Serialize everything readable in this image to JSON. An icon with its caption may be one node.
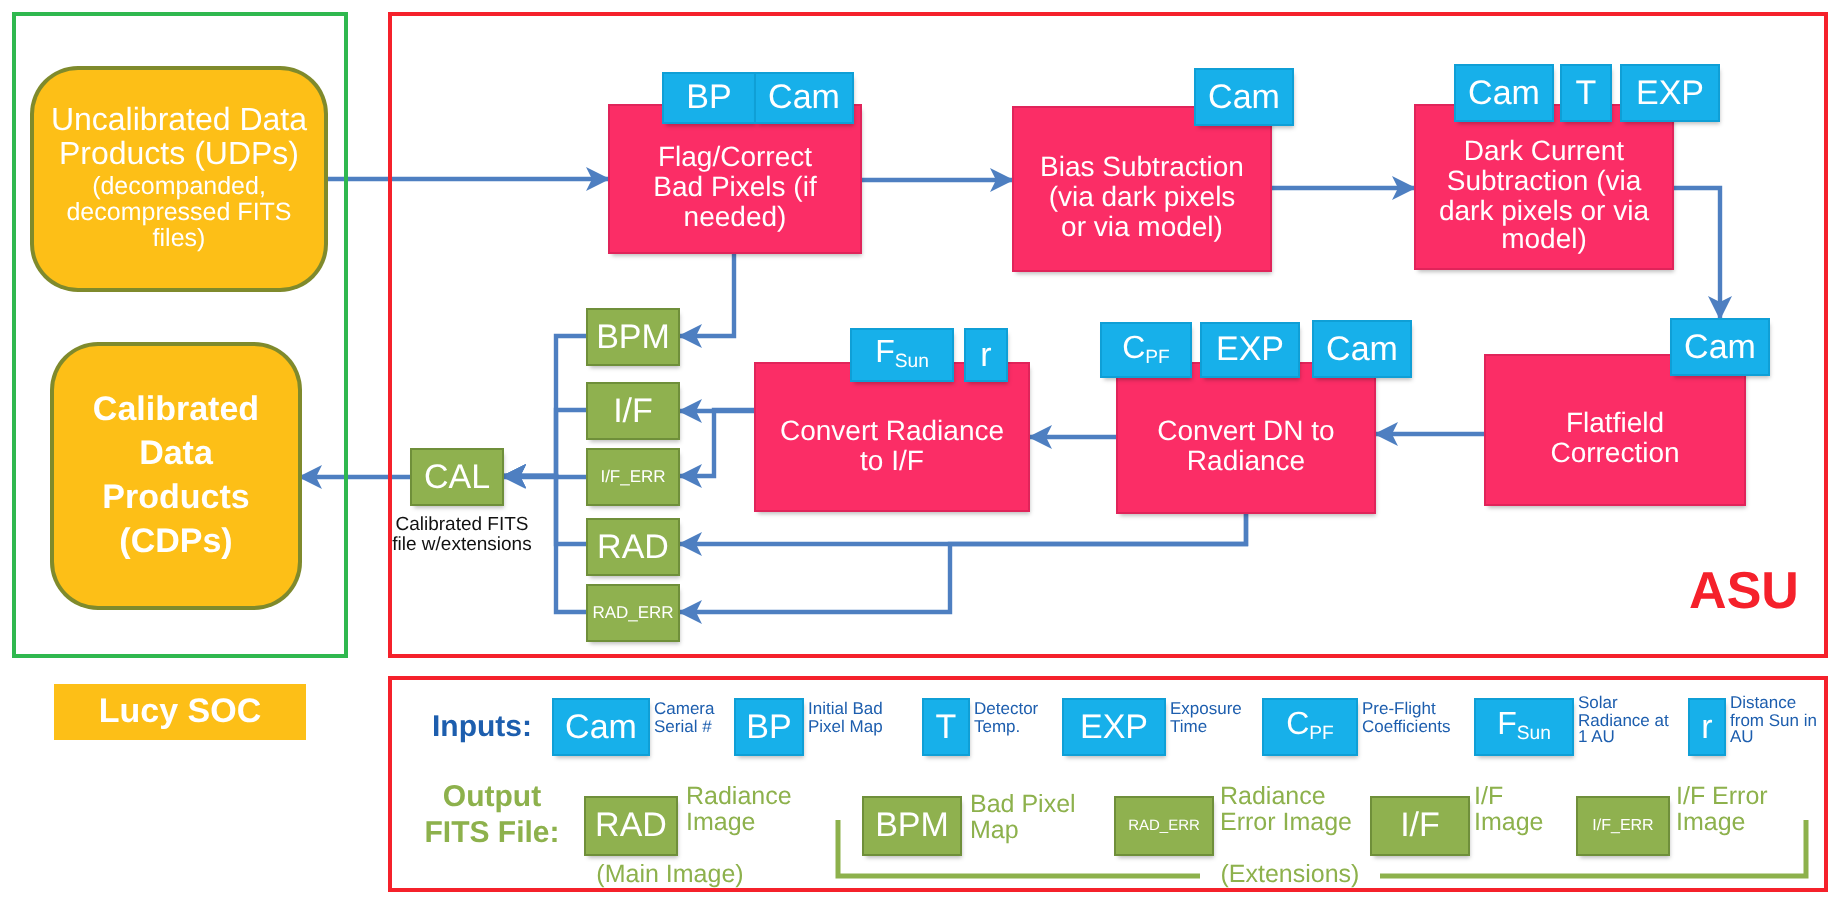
{
  "diagram": {
    "nodes": [
      {
        "text": [],
        "shape": "box"
      },
      {
        "text": [
          "Uncalibrated Data Products (UDPs)",
          "(decompanded, decompressed FITS files)"
        ],
        "in": 0
      },
      {
        "text": [
          "Calibrated Data Products (CDPs)"
        ],
        "in": 0
      },
      {
        "text": [],
        "shape": "box"
      },
      {
        "text": [
          "Flag/Correct Bad Pixels (if needed)"
        ],
        "in": 3
      },
      {
        "text": [
          "BP"
        ],
        "in": 3
      },
      {
        "text": [
          "Cam"
        ],
        "in": 3
      },
      {
        "text": [
          "Bias Subtraction (via dark pixels or via model)"
        ],
        "in": 3
      },
      {
        "text": [
          "Cam"
        ],
        "in": 3
      },
      {
        "text": [
          "Dark Current Subtraction (via dark pixels or via model)"
        ],
        "in": 3
      },
      {
        "text": [
          "Cam"
        ],
        "in": 3
      },
      {
        "text": [
          "T"
        ],
        "in": 3
      },
      {
        "text": [
          "EXP"
        ],
        "in": 3
      },
      {
        "text": [
          "Flatfield Correction"
        ],
        "in": 3
      },
      {
        "text": [
          "Cam"
        ],
        "in": 3
      },
      {
        "text": [
          "Convert DN to Radiance"
        ],
        "in": 3
      },
      {
        "text": [
          "C$_{PF}$"
        ],
        "in": 3
      },
      {
        "text": [
          "EXP"
        ],
        "in": 3
      },
      {
        "text": [
          "Cam"
        ],
        "in": 3
      },
      {
        "text": [
          "Convert Radiance to I/F"
        ],
        "in": 3
      },
      {
        "text": [
          "F$_{Sun}$"
        ],
        "in": 3
      },
      {
        "text": [
          "r"
        ],
        "in": 3
      },
      {
        "text": [
          "BPM"
        ],
        "in": 3
      },
      {
        "text": [
          "I/F"
        ],
        "in": 3
      },
      {
        "text": [
          "I/F_ERR"
        ],
        "in": 3
      },
      {
        "text": [
          "RAD"
        ],
        "in": 3
      },
      {
        "text": [
          "RAD_ERR"
        ],
        "in": 3
      },
      {
        "text": [
          "CAL"
        ],
        "in": 3,
        "beside": [
          "Calibrated FITS file w/extensions"
        ]
      },
      {
        "text": [],
        "shape": "box"
      },
      {
        "text": [
          "Cam"
        ],
        "in": 28,
        "beside": [
          "Camera Serial #"
        ]
      },
      {
        "text": [
          "BP"
        ],
        "in": 28,
        "beside": [
          "Initial Bad Pixel Map"
        ]
      },
      {
        "text": [
          "T"
        ],
        "in": 28,
        "beside": [
          "Detector Temp."
        ]
      },
      {
        "text": [
          "EXP"
        ],
        "in": 28,
        "beside": [
          "Exposure Time"
        ]
      },
      {
        "text": [
          "C$_{PF}$"
        ],
        "in": 28,
        "beside": [
          "Pre-Flight Coefficients"
        ]
      },
      {
        "text": [
          "F$_{Sun}$"
        ],
        "in": 28,
        "beside": [
          "Solar Radiance at 1 AU"
        ]
      },
      {
        "text": [
          "r"
        ],
        "in": 28,
        "beside": [
          "Distance from Sun in AU"
        ]
      },
      {
        "text": [
          "RAD"
        ],
        "in": 28,
        "beside": [
          "Radiance Image"
        ]
      },
      {
        "text": [
          "BPM"
        ],
        "in": 28,
        "beside": [
          "Bad Pixel Map"
        ]
      },
      {
        "text": [
          "RAD_ERR"
        ],
        "in": 28,
        "beside": [
          "Radiance Error Image"
        ]
      },
      {
        "text": [
          "I/F"
        ],
        "in": 28,
        "beside": [
          "I/F Image"
        ]
      },
      {
        "text": [
          "I/F_ERR"
        ],
        "in": 28,
        "beside": [
          "I/F Error Image"
        ]
      }
    ],
    "edges": [
      {
        "from": 1,
        "to": 4,
        "arrow": "to"
      },
      {
        "from": 4,
        "to": 7,
        "arrow": "to"
      },
      {
        "from": 7,
        "to": 9,
        "arrow": "to"
      },
      {
        "from": 9,
        "to": 14,
        "arrow": "to"
      },
      {
        "from": 13,
        "to": 15,
        "arrow": "to"
      },
      {
        "from": 15,
        "to": 19,
        "arrow": "to"
      },
      {
        "from": 4,
        "to": 22,
        "arrow": "to"
      },
      {
        "from": 19,
        "to": 23,
        "arrow": "to"
      },
      {
        "from": 19,
        "to": 24,
        "arrow": "to"
      },
      {
        "from": 15,
        "to": 25,
        "arrow": "to"
      },
      {
        "from": 15,
        "to": 26,
        "arrow": "to"
      },
      {
        "from": 22,
        "to": 27,
        "arrow": "to"
      },
      {
        "from": 23,
        "to": 27,
        "arrow": "to"
      },
      {
        "from": 24,
        "to": 27,
        "arrow": "to"
      },
      {
        "from": 25,
        "to": 27,
        "arrow": "to"
      },
      {
        "from": 26,
        "to": 27,
        "arrow": "to"
      },
      {
        "from": 27,
        "to": 2,
        "arrow": "to"
      }
    ],
    "labels": [
      "Lucy SOC",
      "ASU",
      "Inputs:",
      "Output FITS File:",
      "(Main Image)",
      "(Extensions)"
    ]
  }
}
